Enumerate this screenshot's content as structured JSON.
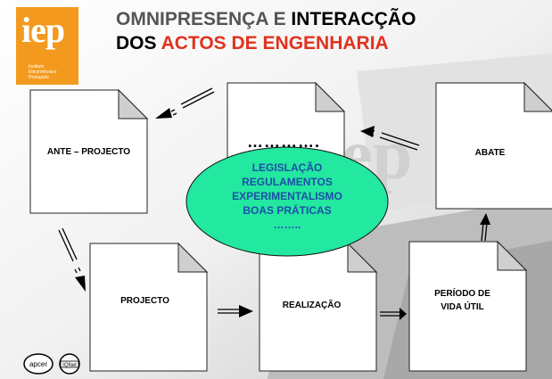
{
  "logo": {
    "text": "iep",
    "caption": "Instituto Electrotécnico Português",
    "color": "#f39a1e"
  },
  "title": {
    "line1_prefix": "OMNIPRESENÇA E ",
    "line1_emph": "INTERACÇÃO",
    "line2_prefix": "DOS ",
    "line2_emph": "ACTOS DE ENGENHARIA"
  },
  "cards": {
    "ante_projecto": "ANTE – PROJECTO",
    "blank": "",
    "abate": "ABATE",
    "projecto": "PROJECTO",
    "realizacao": "REALIZAÇÃO",
    "periodo_l1": "PERÍODO DE",
    "periodo_l2": "VIDA ÚTIL"
  },
  "blank_dots": "………….",
  "ellipse": {
    "lines": [
      "LEGISLAÇÃO",
      "REGULAMENTOS",
      "EXPERIMENTALISMO",
      "BOAS PRÁTICAS",
      "…….."
    ],
    "fill": "#22e8a0",
    "text_color": "#1f4ea8"
  },
  "footer": {
    "logo1": "apcer",
    "logo2": "IQNet"
  }
}
